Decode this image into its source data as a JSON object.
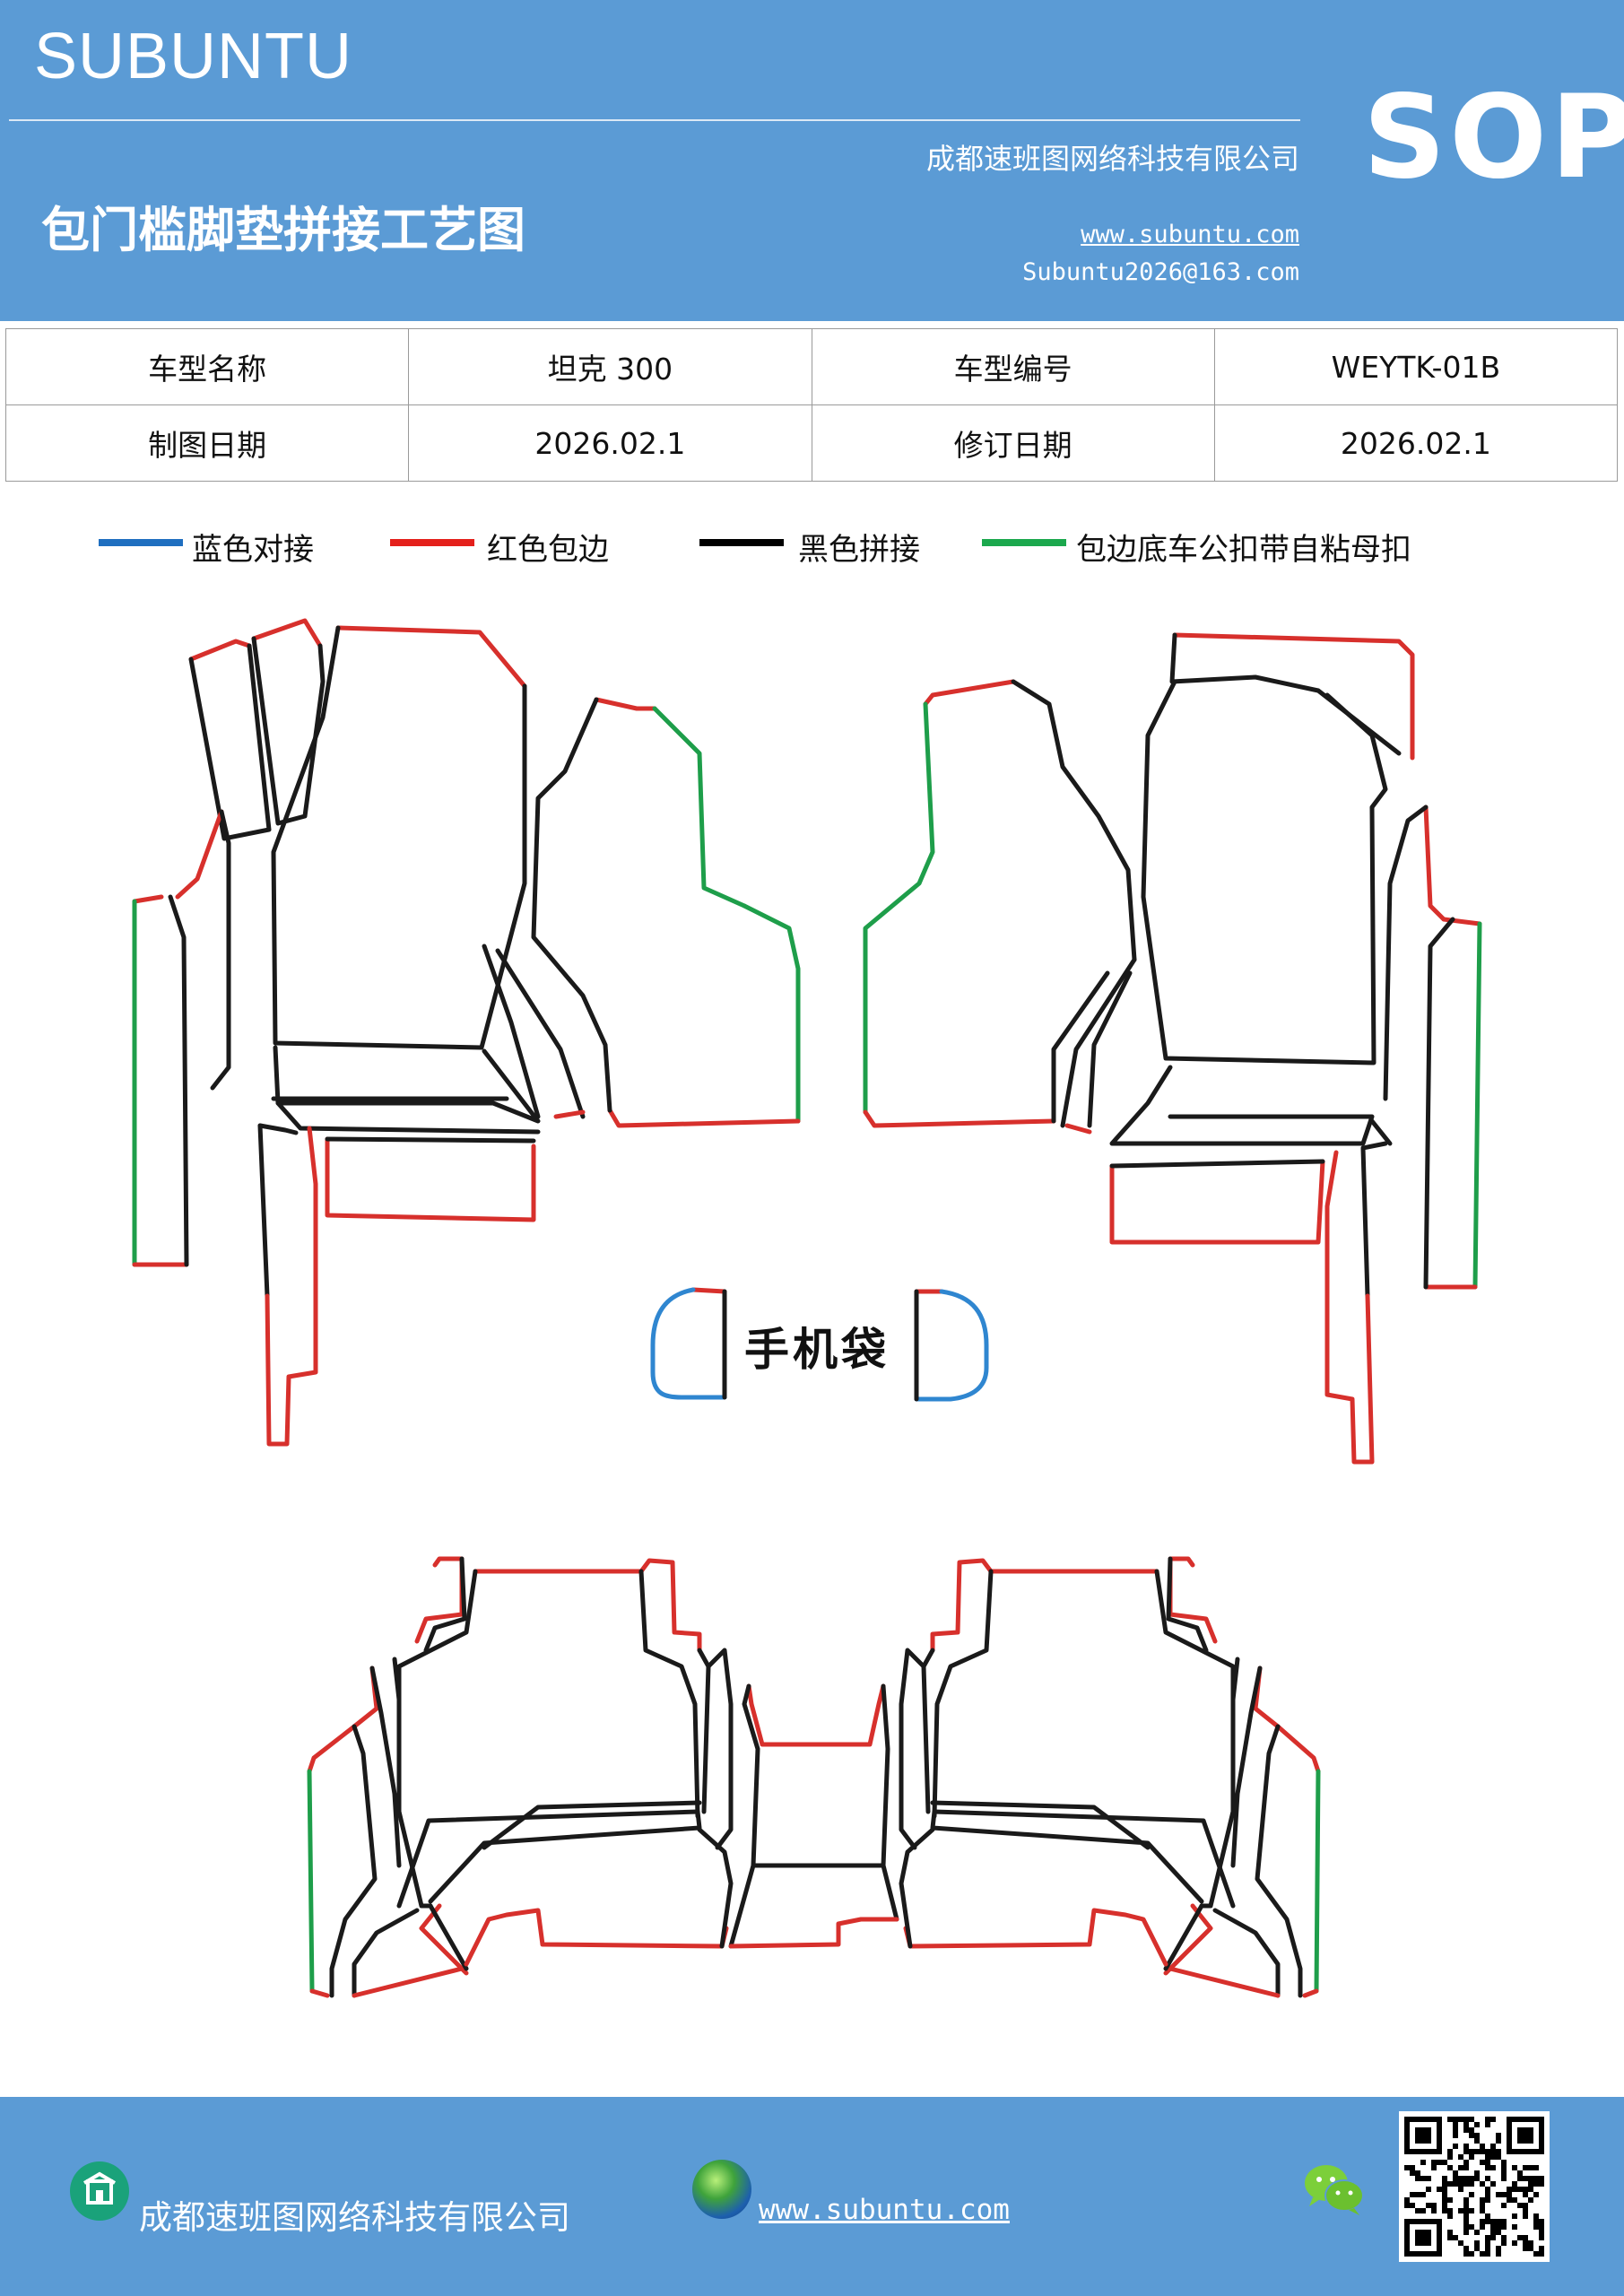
{
  "header": {
    "brand": "SUBUNTU",
    "company": "成都速班图网络科技有限公司",
    "title": "包门槛脚垫拼接工艺图",
    "url": "www.subuntu.com",
    "email": "Subuntu2026@163.com",
    "badge": "SOP"
  },
  "info": {
    "model_name_label": "车型名称",
    "model_name": "坦克 300",
    "model_code_label": "车型编号",
    "model_code": "WEYTK-01B",
    "draw_date_label": "制图日期",
    "draw_date": "2026.02.1",
    "revise_date_label": "修订日期",
    "revise_date": "2026.02.1"
  },
  "legend": [
    {
      "label": "蓝色对接",
      "color": "#1f6fc0"
    },
    {
      "label": "红色包边",
      "color": "#e4201b"
    },
    {
      "label": "黑色拼接",
      "color": "#000000"
    },
    {
      "label": "包边底车公扣带自粘母扣",
      "color": "#1ba84d"
    }
  ],
  "diagram": {
    "phone_bag_label": "手机袋",
    "stroke_colors": {
      "splice": "#1a1a1a",
      "binding": "#d7302c",
      "fastener": "#1e9e4a",
      "joint": "#2f86d0"
    }
  },
  "footer": {
    "company": "成都速班图网络科技有限公司",
    "url": "www.subuntu.com "
  }
}
